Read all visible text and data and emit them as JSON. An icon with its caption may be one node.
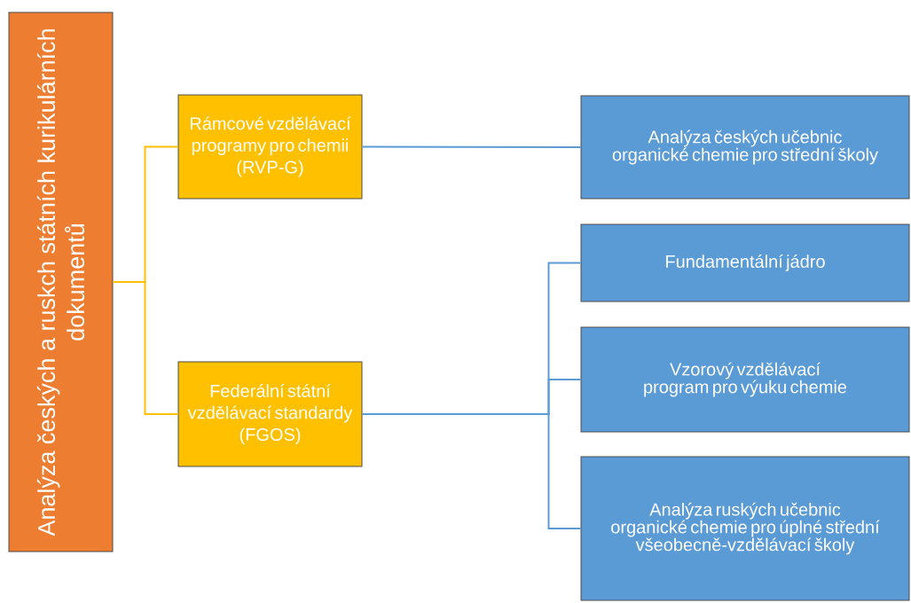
{
  "diagram": {
    "nodes": [
      {
        "text": [
          "Analýza českých a ruskch státních kurikulárních dokumentů"
        ]
      },
      {
        "text": [
          "Rámcové vzdělávací programy pro chemii",
          "(RVP-G)"
        ]
      },
      {
        "text": [
          "Federální státní vzdělávací standardy",
          "(FGOS)"
        ]
      },
      {
        "text": [
          "Analýza českých učebnic organické chemie pro střední školy"
        ]
      },
      {
        "text": [
          "Fundamentální jádro"
        ]
      },
      {
        "text": [
          "Vzorový vzdělávací program pro výuku chemie"
        ]
      },
      {
        "text": [
          "Analýza ruských učebnic organické chemie pro úplné střední všeobecně-vzdělávací školy"
        ]
      }
    ],
    "edges": [
      {
        "from": 0,
        "to": 1,
        "arrow": "none",
        "color": "#ffc000"
      },
      {
        "from": 0,
        "to": 2,
        "arrow": "none",
        "color": "#ffc000"
      },
      {
        "from": 1,
        "to": 3,
        "arrow": "none"
      },
      {
        "from": 2,
        "to": 4,
        "arrow": "none"
      },
      {
        "from": 2,
        "to": 5,
        "arrow": "none"
      },
      {
        "from": 2,
        "to": 6,
        "arrow": "none"
      }
    ]
  }
}
